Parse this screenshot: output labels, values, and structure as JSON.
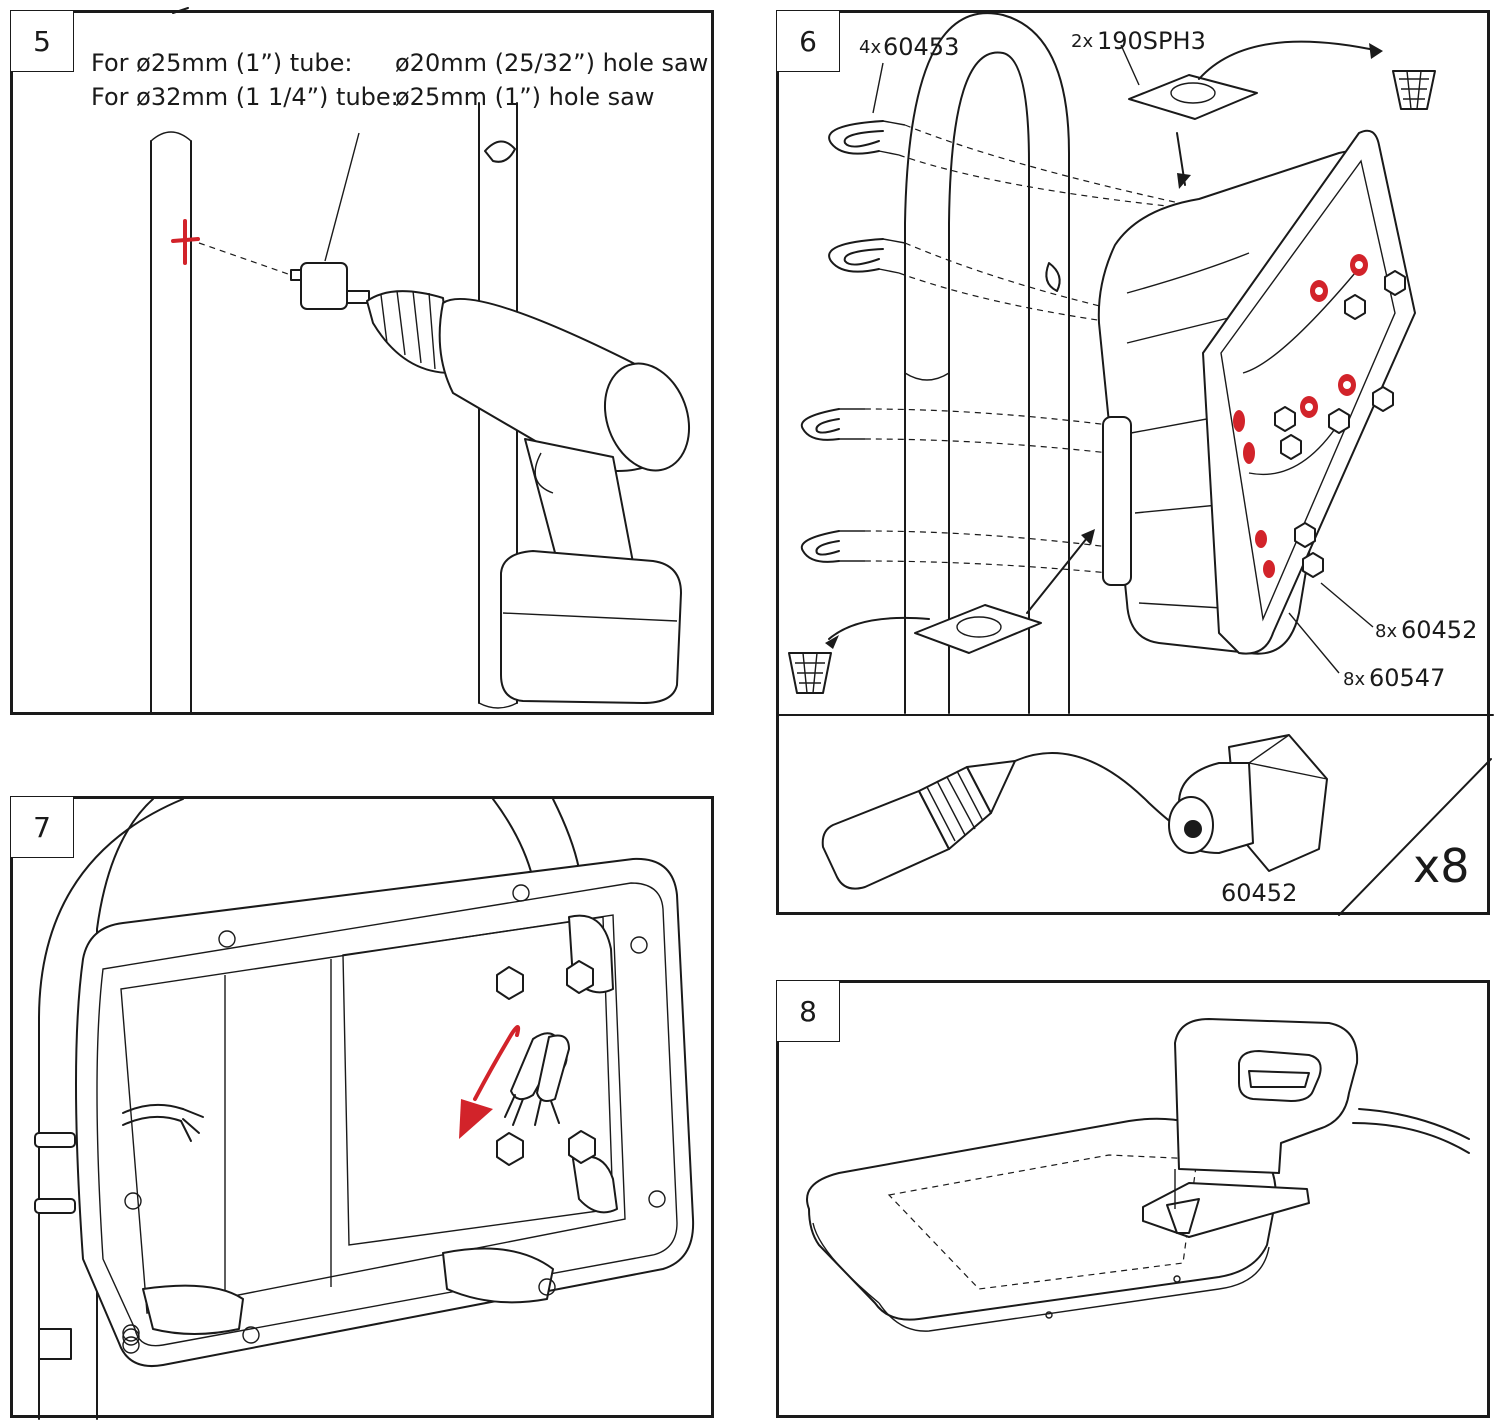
{
  "step5": {
    "number": "5",
    "line1_left": "For ø25mm (1”) tube:",
    "line1_right": "ø20mm (25/32”) hole saw",
    "line2_left": "For ø32mm (1 1/4”) tube:",
    "line2_right": "ø25mm (1”) hole saw"
  },
  "step6": {
    "number": "6",
    "ubolt_qty": "4x",
    "ubolt_part": "60453",
    "pad_qty": "2x",
    "pad_part": "190SPH3",
    "nut_qty": "8x",
    "nut_part": "60452",
    "washer_qty": "8x",
    "washer_part": "60547",
    "detail_part": "60452",
    "detail_multiplier": "x8"
  },
  "step7": {
    "number": "7"
  },
  "step8": {
    "number": "8"
  },
  "colors": {
    "line": "#1a1a1a",
    "accent_red": "#d2232a",
    "background": "#ffffff"
  }
}
